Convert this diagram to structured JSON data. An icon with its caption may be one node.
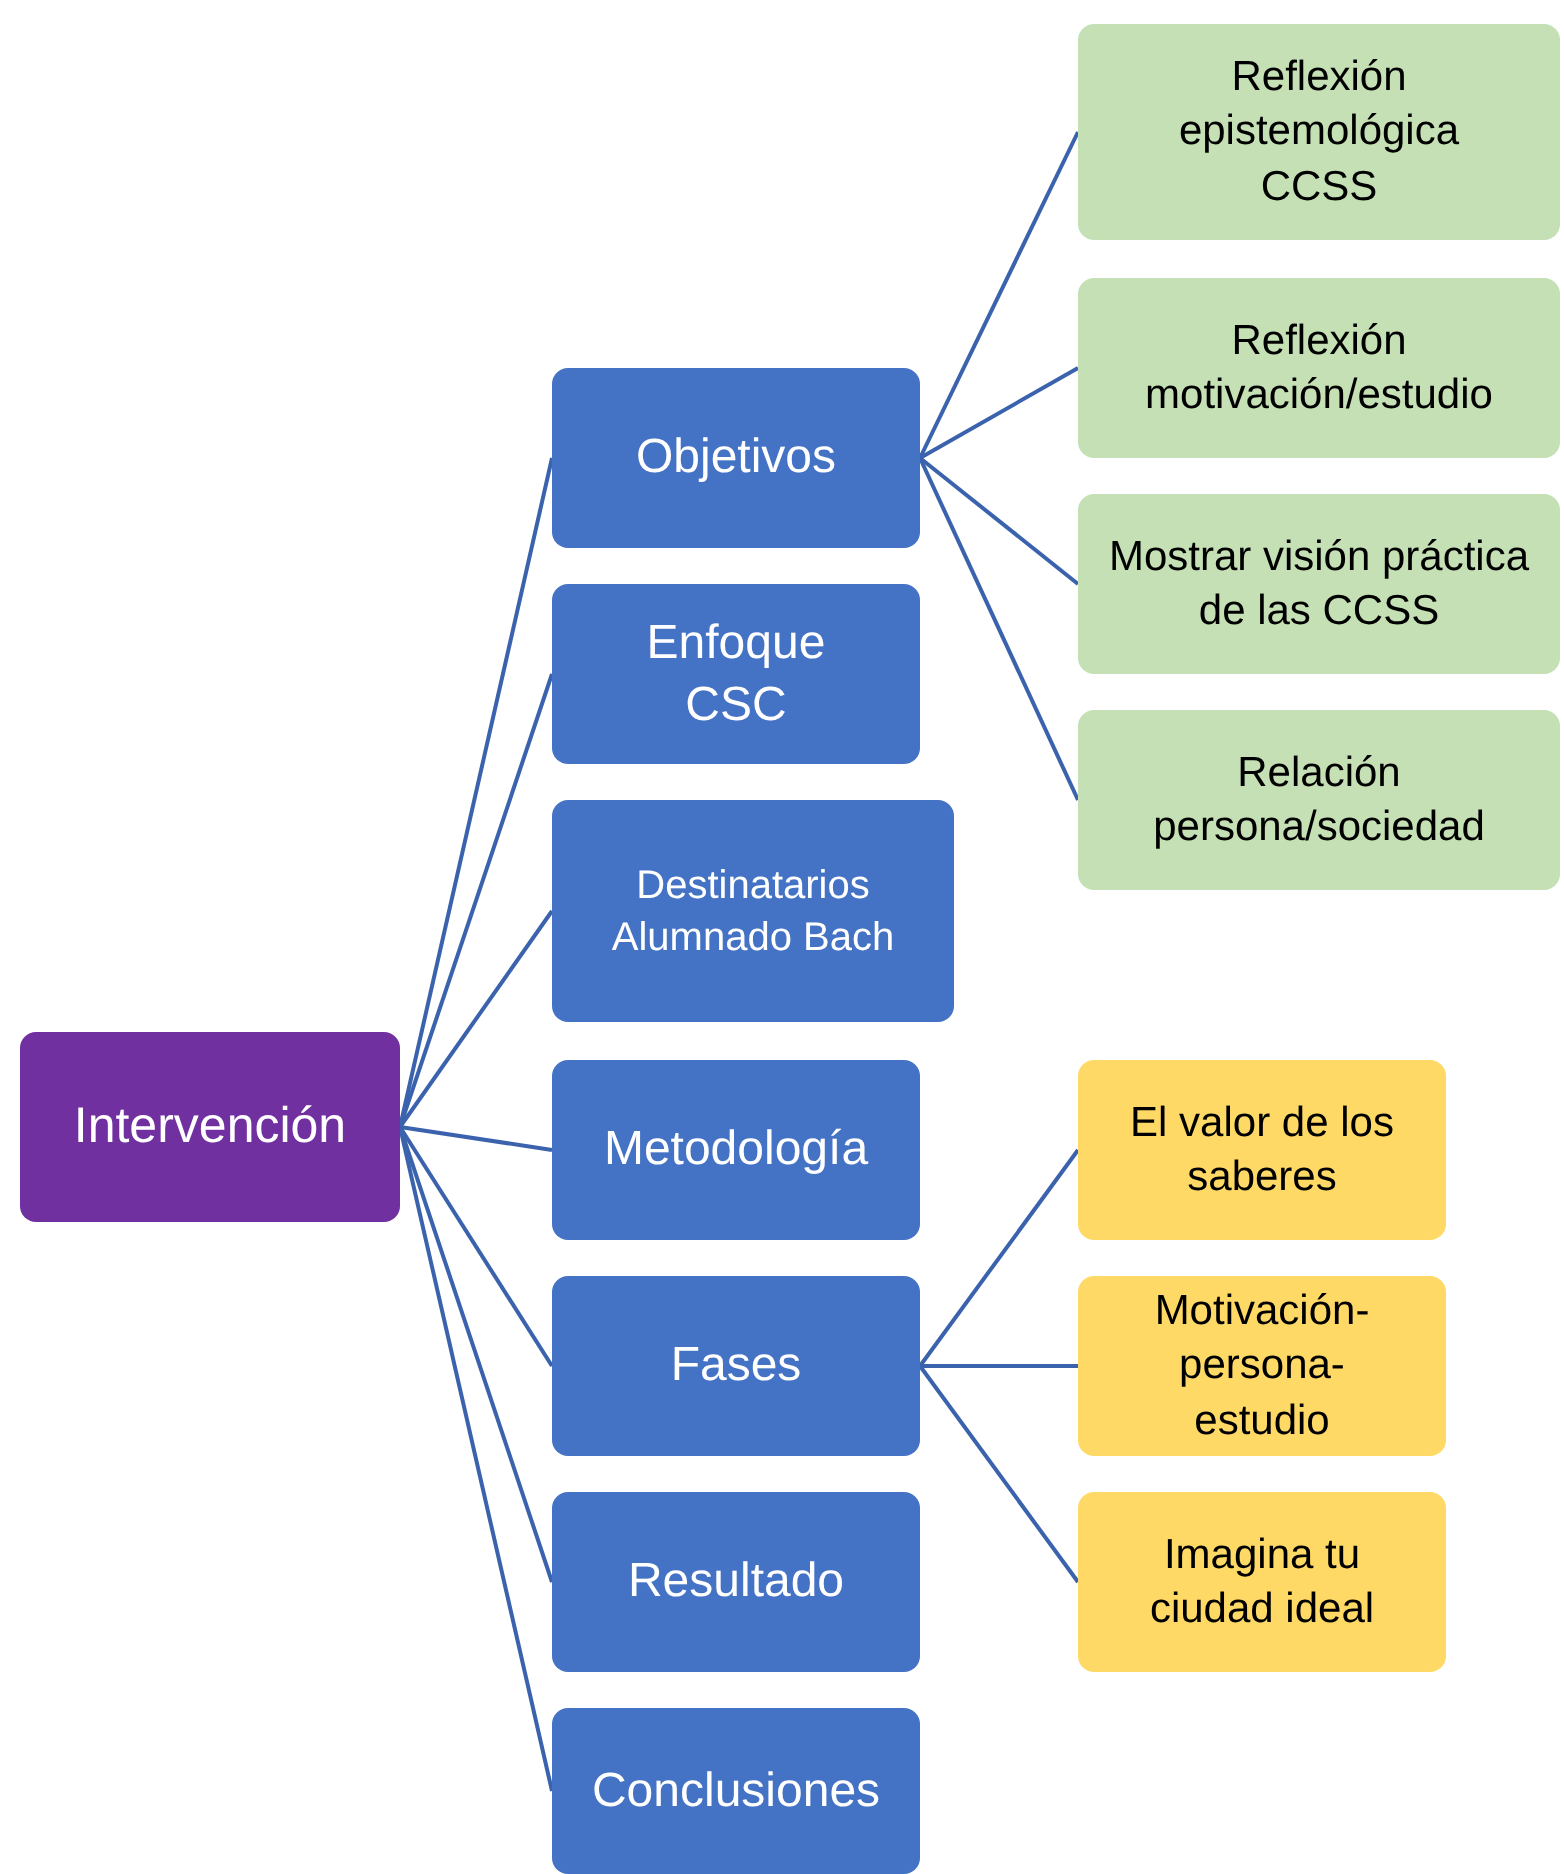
{
  "diagram": {
    "nodes": [
      {
        "text": [
          "Intervención"
        ]
      },
      {
        "text": [
          "Objetivos"
        ]
      },
      {
        "text": [
          "Enfoque CSC"
        ]
      },
      {
        "text": [
          "Destinatarios Alumnado Bach"
        ]
      },
      {
        "text": [
          "Metodología"
        ]
      },
      {
        "text": [
          "Fases"
        ]
      },
      {
        "text": [
          "Resultado"
        ]
      },
      {
        "text": [
          "Conclusiones"
        ]
      },
      {
        "text": [
          "Reflexión epistemológica CCSS"
        ]
      },
      {
        "text": [
          "Reflexión motivación/estudio"
        ]
      },
      {
        "text": [
          "Mostrar visión práctica de las CCSS"
        ]
      },
      {
        "text": [
          "Relación persona/sociedad"
        ]
      },
      {
        "text": [
          "El valor de los saberes"
        ]
      },
      {
        "text": [
          "Motivación-persona-estudio"
        ]
      },
      {
        "text": [
          "Imagina tu ciudad ideal"
        ]
      }
    ],
    "edges": [
      {
        "from": 0,
        "to": 1,
        "arrow": "none"
      },
      {
        "from": 0,
        "to": 2,
        "arrow": "none"
      },
      {
        "from": 0,
        "to": 3,
        "arrow": "none"
      },
      {
        "from": 0,
        "to": 4,
        "arrow": "none"
      },
      {
        "from": 0,
        "to": 5,
        "arrow": "none"
      },
      {
        "from": 0,
        "to": 6,
        "arrow": "none"
      },
      {
        "from": 0,
        "to": 7,
        "arrow": "none"
      },
      {
        "from": 1,
        "to": 8,
        "arrow": "none"
      },
      {
        "from": 1,
        "to": 9,
        "arrow": "none"
      },
      {
        "from": 1,
        "to": 10,
        "arrow": "none"
      },
      {
        "from": 1,
        "to": 11,
        "arrow": "none"
      },
      {
        "from": 5,
        "to": 12,
        "arrow": "none"
      },
      {
        "from": 5,
        "to": 13,
        "arrow": "none"
      },
      {
        "from": 5,
        "to": 14,
        "arrow": "none"
      }
    ]
  }
}
